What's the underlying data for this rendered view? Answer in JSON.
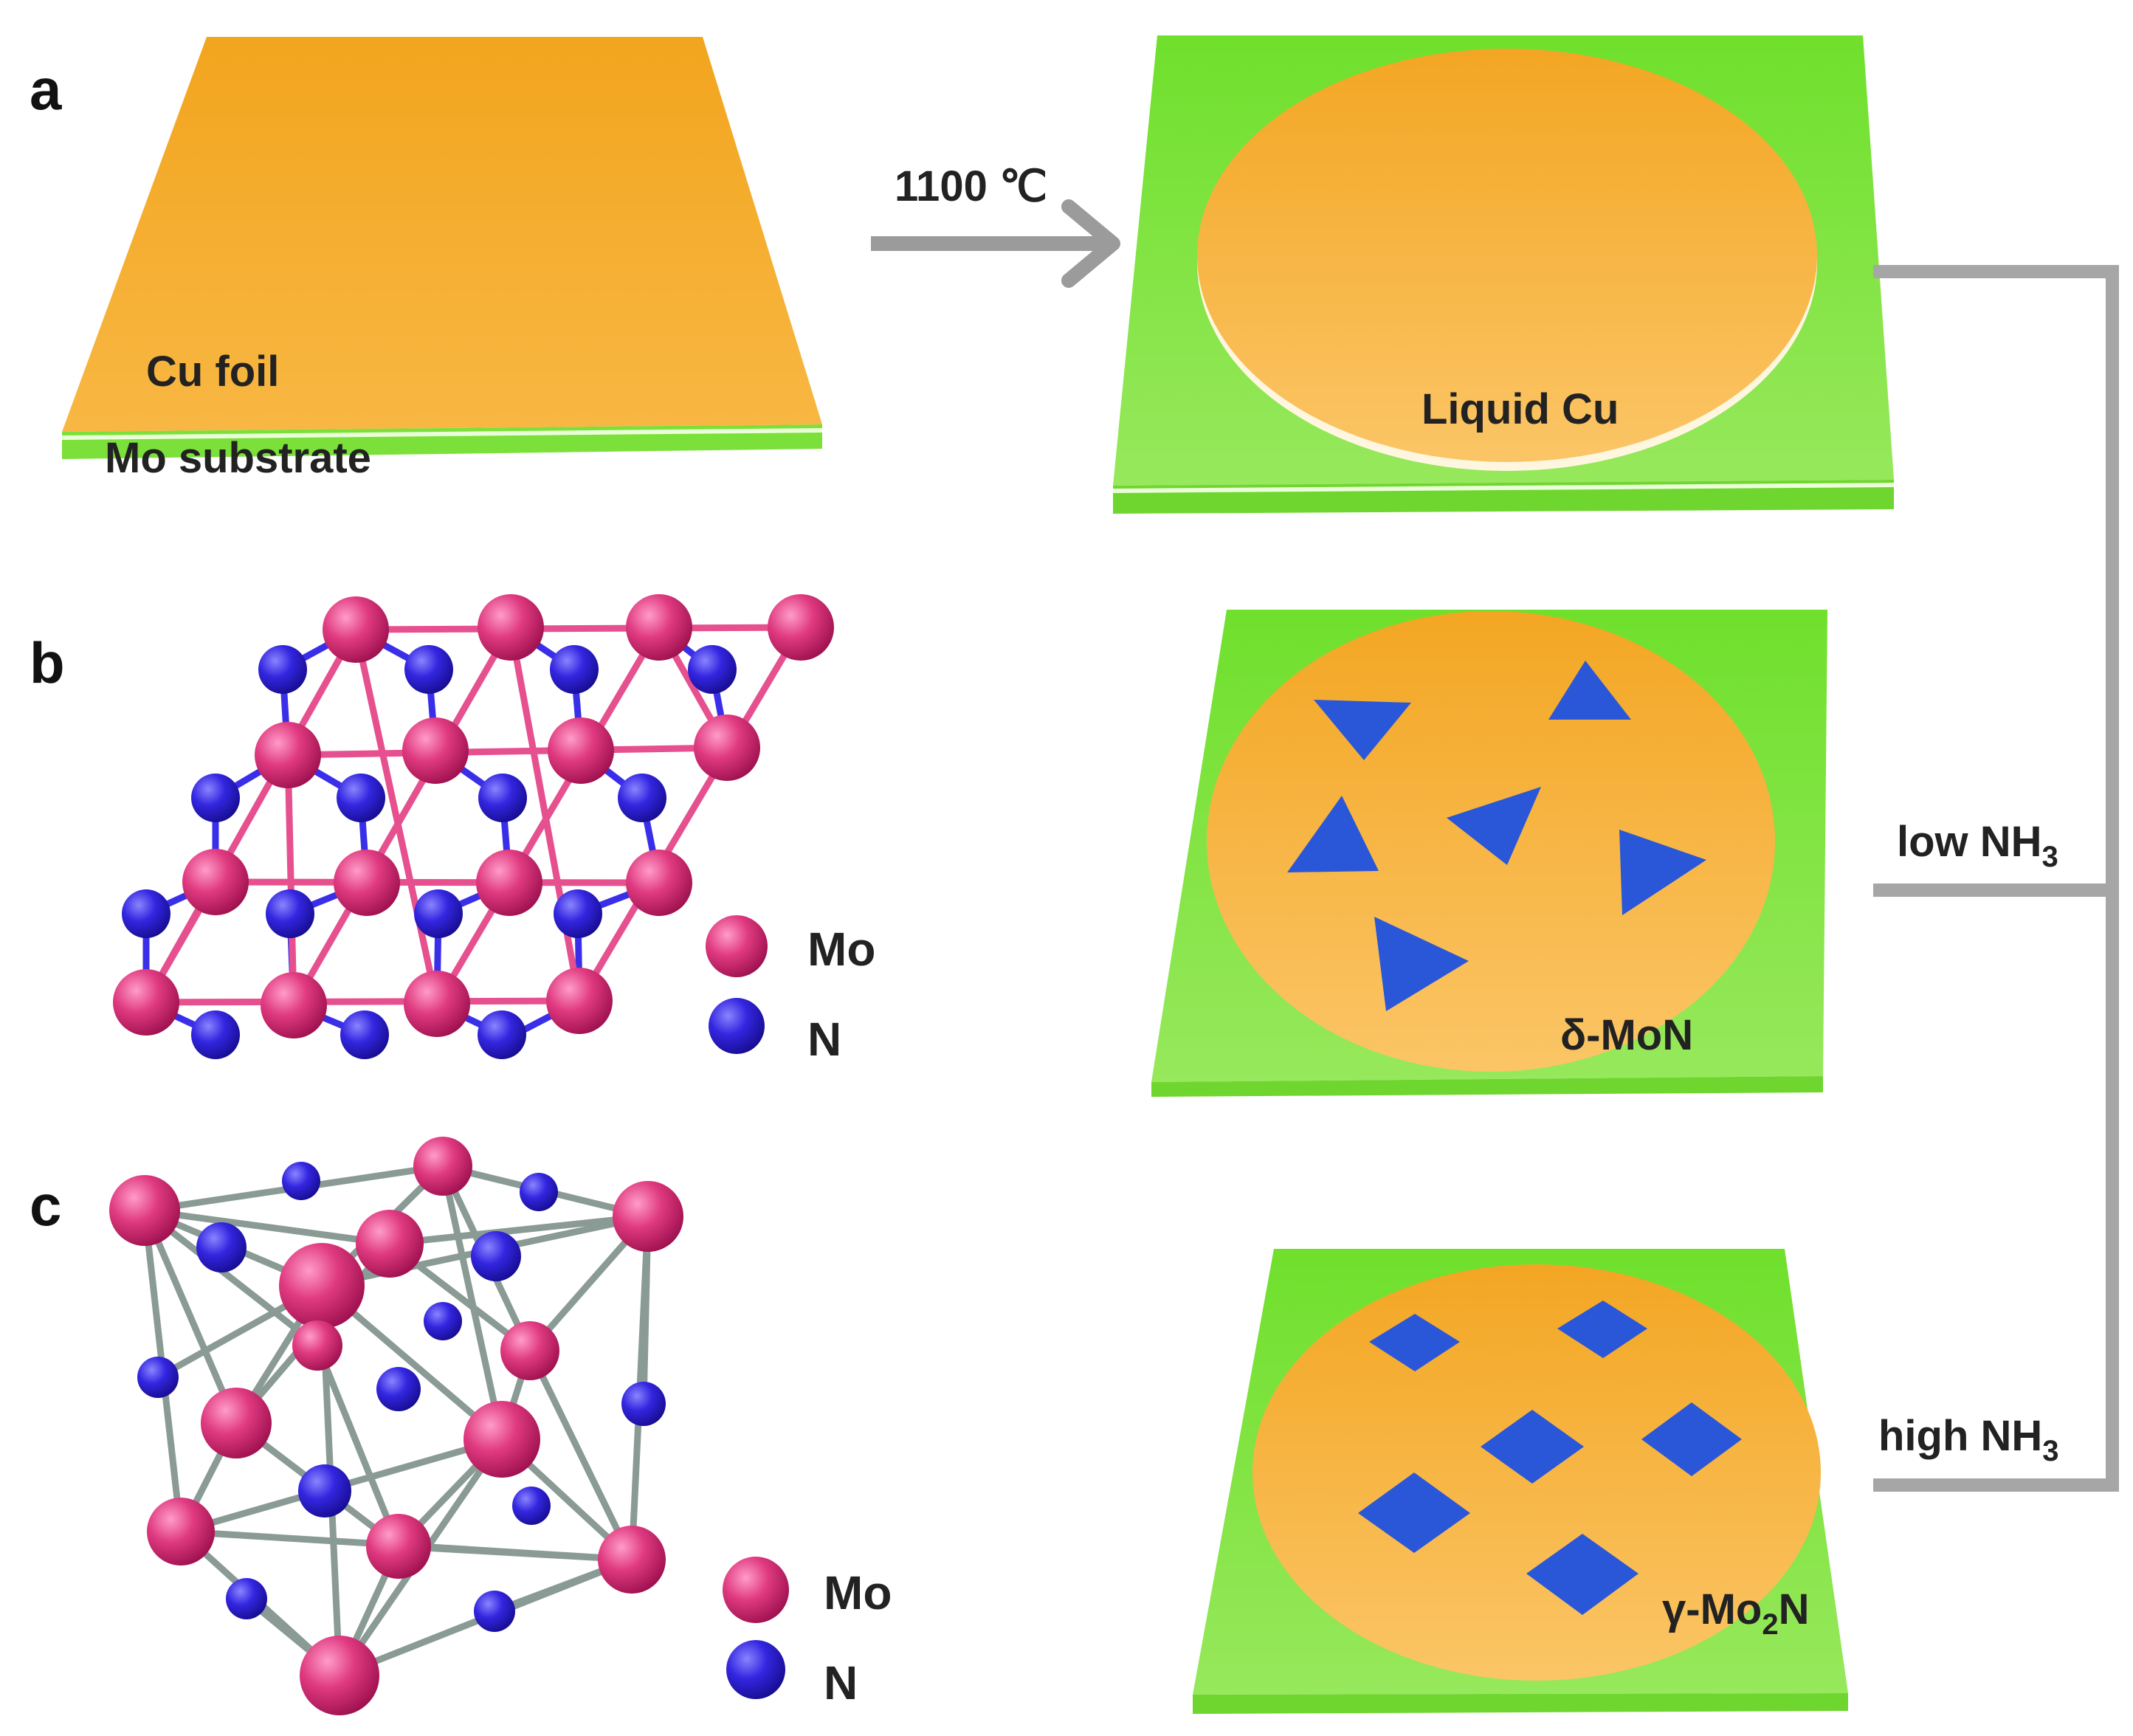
{
  "panels": {
    "a": "a",
    "b": "b",
    "c": "c"
  },
  "labels": {
    "cu_foil": "Cu foil",
    "mo_substrate": "Mo substrate",
    "temperature": "1100 ℃",
    "liquid_cu": "Liquid Cu",
    "delta_mon": "δ-MoN",
    "gamma_pre": "γ-Mo",
    "gamma_sub": "2",
    "gamma_post": "N",
    "low_nh3_pre": "low NH",
    "low_nh3_sub": "3",
    "high_nh3_pre": "high NH",
    "high_nh3_sub": "3"
  },
  "legend_b": {
    "mo": "Mo",
    "n": "N"
  },
  "legend_c": {
    "mo": "Mo",
    "n": "N"
  },
  "colors": {
    "cu": "#f6ad2b",
    "substrate": "#7be03a",
    "mo_atom": "#d81c6e",
    "n_atom": "#2a1fd6",
    "mo_bond": "#e6508f",
    "flake": "#2a57d8",
    "arrow": "#9b9b9b"
  },
  "icons": {
    "process_arrow": "arrow-right-icon",
    "branch_connector": "bracket-icon"
  }
}
